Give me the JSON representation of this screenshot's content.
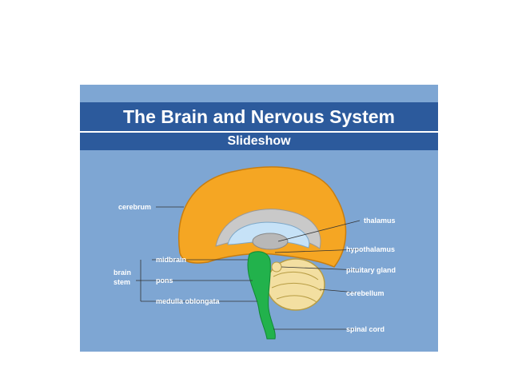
{
  "slide": {
    "title": "The Brain and Nervous System",
    "subtitle": "Slideshow"
  },
  "labels": {
    "cerebrum": "cerebrum",
    "thalamus": "thalamus",
    "hypothalamus": "hypothalamus",
    "midbrain": "midbrain",
    "pituitary_gland": "pituitary gland",
    "brain_stem_line1": "brain",
    "brain_stem_line2": "stem",
    "pons": "pons",
    "cerebellum": "cerebellum",
    "medulla_oblongata": "medulla oblongata",
    "spinal_cord": "spinal cord"
  },
  "colors": {
    "slide_bg": "#7ea6d3",
    "title_bar": "#2c5a9c",
    "cerebrum": "#f5a623",
    "brainstem": "#22b24c",
    "cerebellum": "#f3dfa1"
  }
}
